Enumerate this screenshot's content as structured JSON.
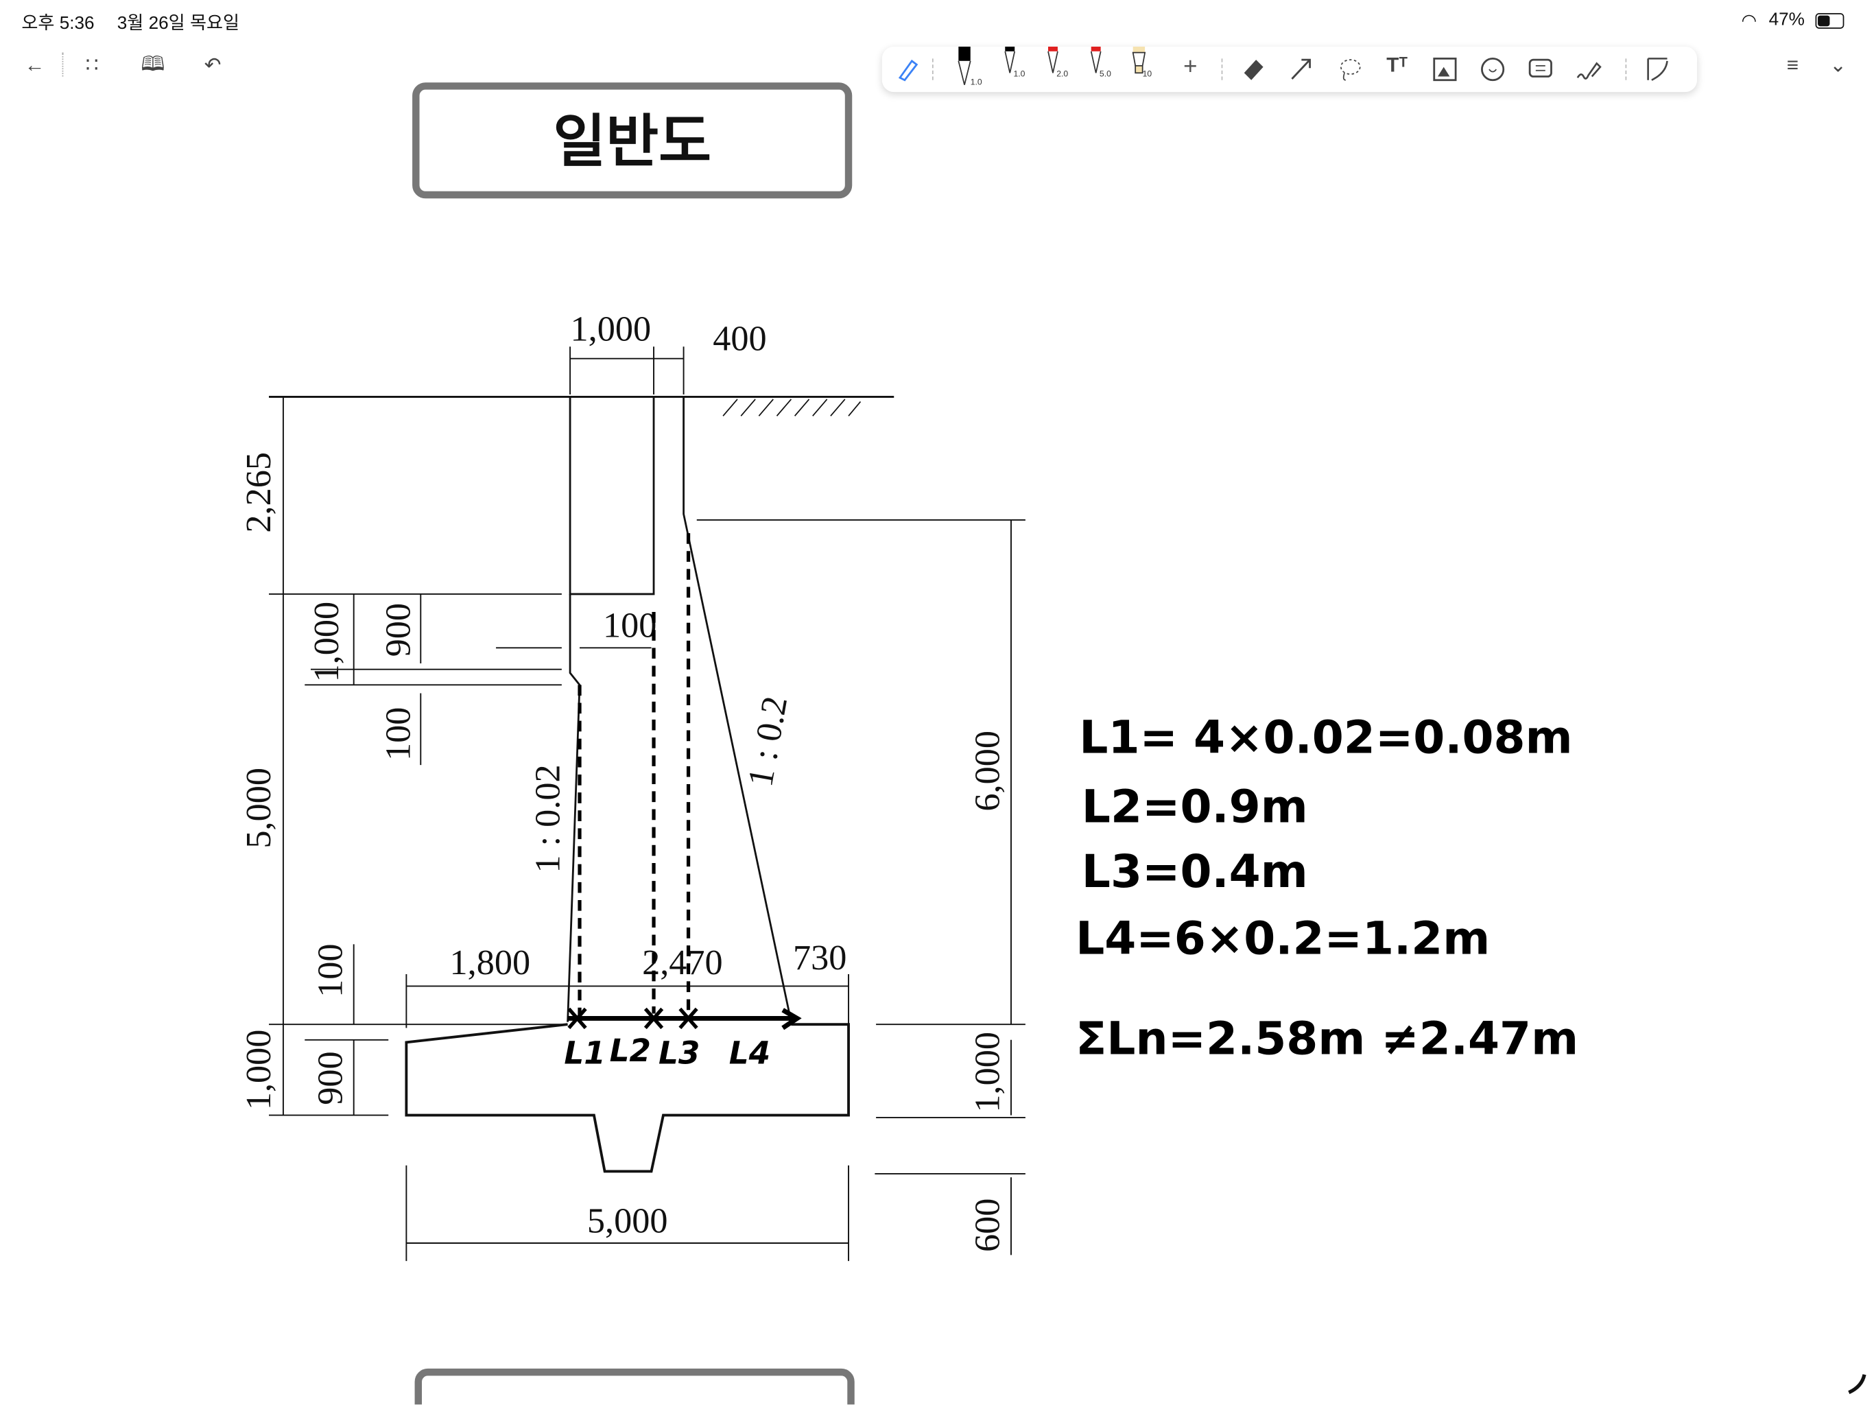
{
  "status_bar": {
    "time": "오후 5:36",
    "date": "3월 26일 목요일",
    "battery": "47%"
  },
  "nav": {
    "back": "back-icon",
    "grid": "grid-icon",
    "read_mode": "read-mode-icon",
    "undo": "undo-icon"
  },
  "toolbar": {
    "pens": [
      {
        "size": "1.0",
        "color": "#000000"
      },
      {
        "size": "1.0",
        "color": "#000000"
      },
      {
        "size": "2.0",
        "color": "#e02020"
      },
      {
        "size": "5.0",
        "color": "#e02020"
      },
      {
        "size": "10",
        "color": "#f6e3b0"
      }
    ],
    "accent": "#3b82f6"
  },
  "document": {
    "title": "일반도",
    "dims": {
      "top_1000": "1,000",
      "top_400": "400",
      "left_2265": "2,265",
      "left_5000": "5,000",
      "left_1000": "1,000",
      "d_1000": "1,000",
      "d_900": "900",
      "d_100a": "100",
      "d_100b": "100",
      "d_900b": "900",
      "d_100c": "100",
      "slope_front": "1 : 0.02",
      "slope_back": "1 : 0.2",
      "right_6000": "6,000",
      "right_1000": "1,000",
      "right_600": "600",
      "b_1800": "1,800",
      "b_2470": "2,470",
      "b_730": "730",
      "b_5000": "5,000"
    },
    "segment_labels": [
      "L1",
      "L2",
      "L3",
      "L4"
    ]
  },
  "notes": [
    {
      "lhs": "L1",
      "rhs": "= 4×0.02=0.08m"
    },
    {
      "lhs": "L2",
      "rhs": "=0.9m"
    },
    {
      "lhs": "L3",
      "rhs": "=0.4m"
    },
    {
      "lhs": "L4",
      "rhs": "=6×0.2=1.2m"
    },
    {
      "lhs": "ΣLn",
      "rhs": "=2.58m ≠2.47m"
    }
  ]
}
